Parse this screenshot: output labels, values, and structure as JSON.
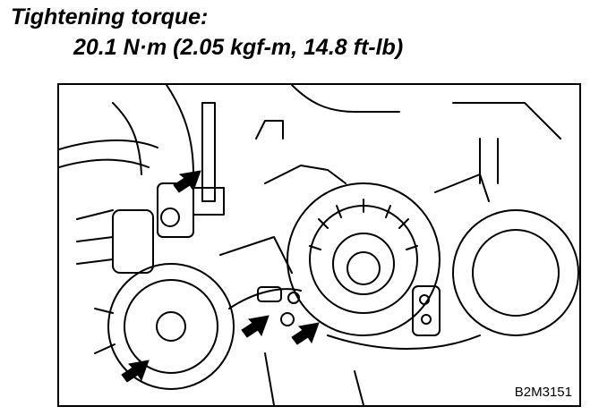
{
  "caption": {
    "title": "Tightening torque:",
    "value": "20.1 N·m (2.05 kgf-m, 14.8 ft-lb)"
  },
  "figure": {
    "code": "B2M3151",
    "arrow_count": 4,
    "description_icon": "arrow-icon"
  }
}
